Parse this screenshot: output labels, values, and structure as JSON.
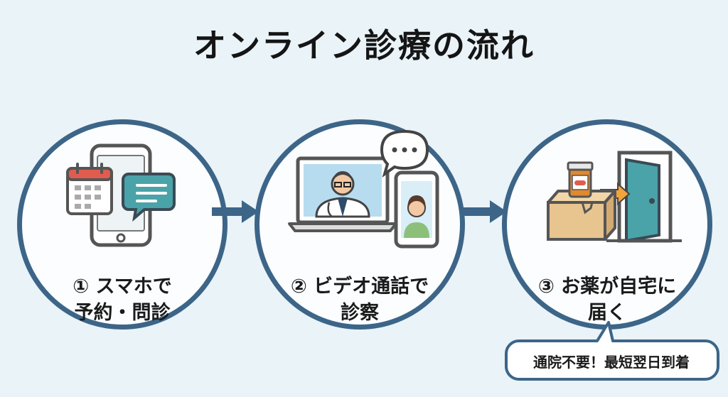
{
  "title": "オンライン診療の流れ",
  "steps": [
    {
      "line1": "① スマホで",
      "line2": "予約・問診"
    },
    {
      "line1": "② ビデオ通話で",
      "line2": "診察"
    },
    {
      "line1": "③ お薬が自宅に",
      "line2": "届く"
    }
  ],
  "callout": "通院不要！最短翌日到着",
  "colors": {
    "accent": "#3c6588",
    "teal": "#4aa3a8",
    "background": "#e9f3f8"
  }
}
